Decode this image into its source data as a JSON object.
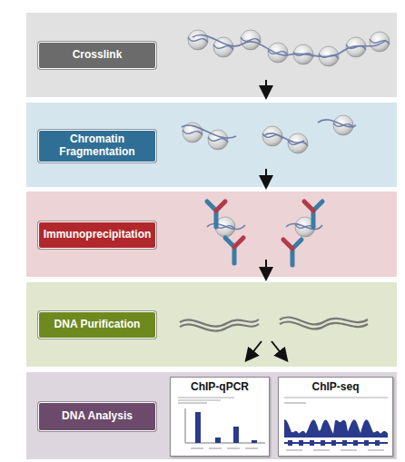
{
  "diagram": {
    "nodes": [
      {
        "text": [
          "Crosslink"
        ]
      },
      {
        "text": [
          "Chromatin Fragmentation"
        ]
      },
      {
        "text": [
          "Immunoprecipitation"
        ]
      },
      {
        "text": [
          "DNA Purification"
        ]
      },
      {
        "text": [
          "DNA Analysis"
        ]
      },
      {
        "text": [
          "ChIP-qPCR"
        ]
      },
      {
        "text": [
          "ChIP-seq"
        ]
      }
    ]
  }
}
